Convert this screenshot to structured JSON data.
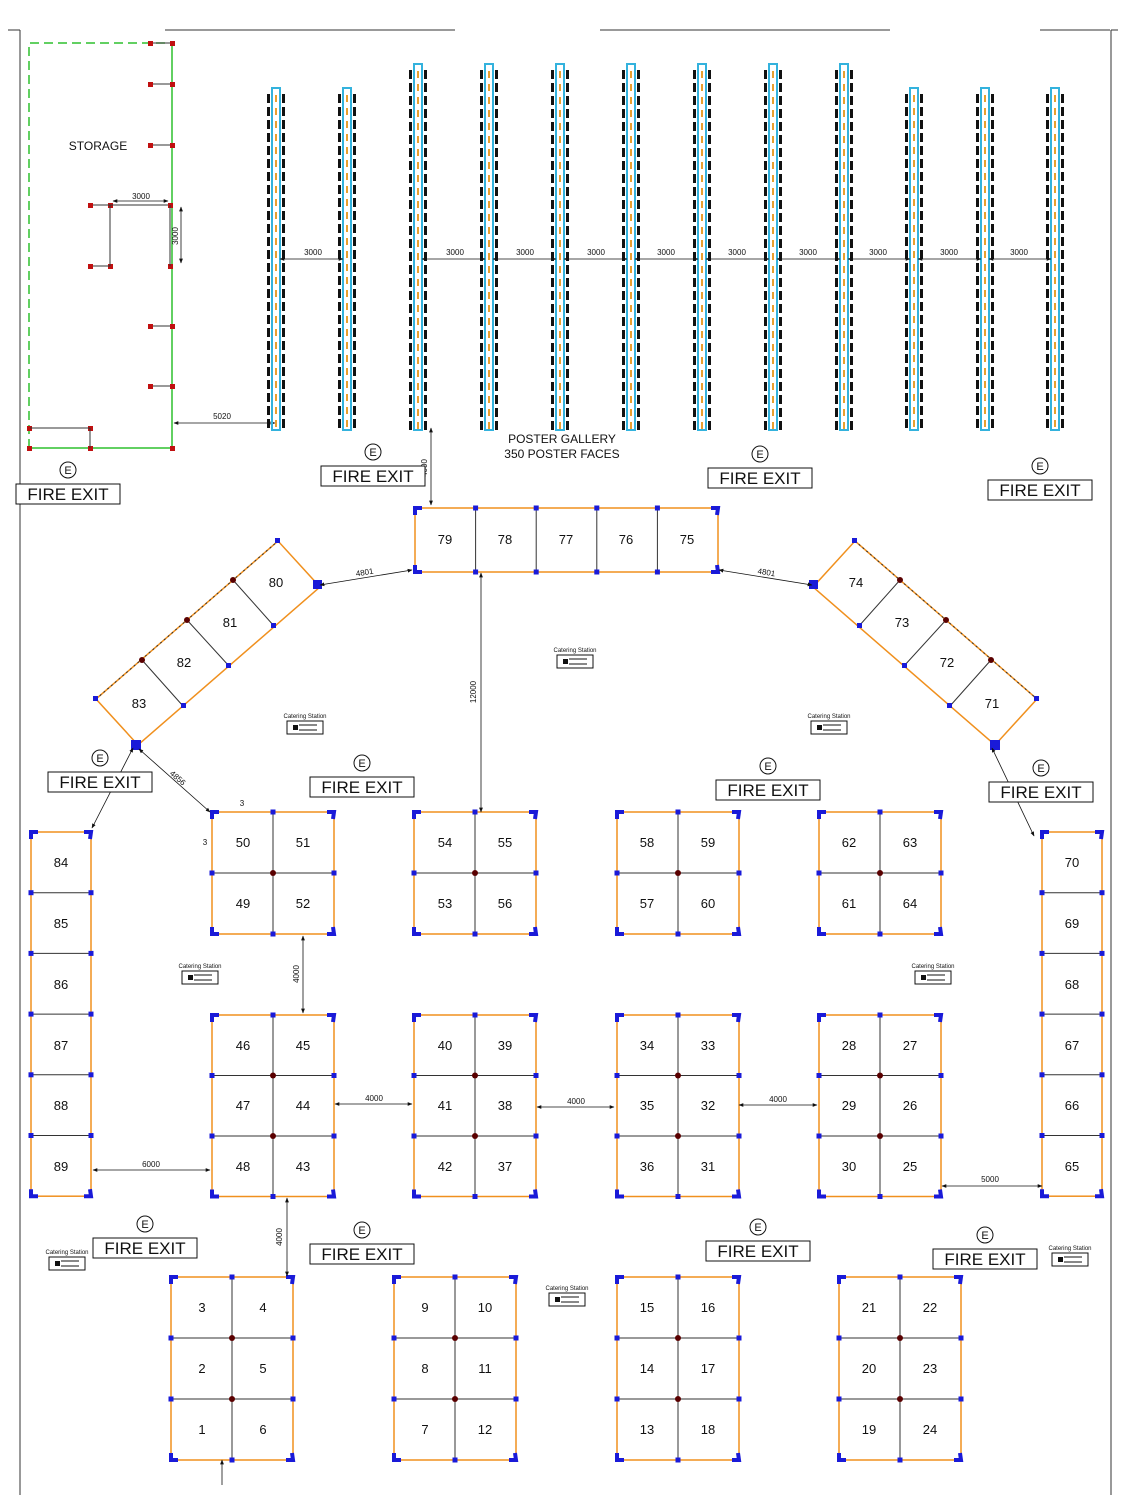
{
  "storage": {
    "label": "STORAGE"
  },
  "poster_gallery": {
    "title": "POSTER GALLERY",
    "subtitle": "350 POSTER FACES",
    "spacings": [
      "3000",
      "3000",
      "3000",
      "3000",
      "3000",
      "3000",
      "3000",
      "3000",
      "3000",
      "3000"
    ]
  },
  "dimensions": {
    "storage_w": "3000",
    "storage_h": "3000",
    "storage_to_gallery": "5020",
    "gallery_to_booths": "4000",
    "top_left_diag": "4801",
    "top_right_diag": "4801",
    "main_aisle": "12000",
    "left_diag_low": "4856",
    "mid_vert": "4000",
    "aisle_1": "4000",
    "aisle_2": "4000",
    "aisle_3": "4000",
    "left_bottom": "6000",
    "right_bottom": "5000",
    "bottom_vert": "4000",
    "booth_w": "3",
    "booth_h": "3"
  },
  "fire_exit": {
    "symbol": "E",
    "label": "FIRE EXIT"
  },
  "catering": {
    "label": "Catering Station"
  },
  "booths": {
    "top_row": [
      "79",
      "78",
      "77",
      "76",
      "75"
    ],
    "left_diag": [
      "80",
      "81",
      "82",
      "83"
    ],
    "right_diag": [
      "74",
      "73",
      "72",
      "71"
    ],
    "left_col": [
      "84",
      "85",
      "86",
      "87",
      "88",
      "89"
    ],
    "right_col": [
      "70",
      "69",
      "68",
      "67",
      "66",
      "65"
    ],
    "b50": "50",
    "b51": "51",
    "b49": "49",
    "b52": "52",
    "b54": "54",
    "b55": "55",
    "b53": "53",
    "b56": "56",
    "b58": "58",
    "b59": "59",
    "b57": "57",
    "b60": "60",
    "b62": "62",
    "b63": "63",
    "b61": "61",
    "b64": "64",
    "b46": "46",
    "b45": "45",
    "b47": "47",
    "b44": "44",
    "b48": "48",
    "b43": "43",
    "b40": "40",
    "b39": "39",
    "b41": "41",
    "b38": "38",
    "b42": "42",
    "b37": "37",
    "b34": "34",
    "b33": "33",
    "b35": "35",
    "b32": "32",
    "b36": "36",
    "b31": "31",
    "b28": "28",
    "b27": "27",
    "b29": "29",
    "b26": "26",
    "b30": "30",
    "b25": "25",
    "b3": "3",
    "b4": "4",
    "b2": "2",
    "b5": "5",
    "b1": "1",
    "b6": "6",
    "b9": "9",
    "b10": "10",
    "b8": "8",
    "b11": "11",
    "b7": "7",
    "b12": "12",
    "b15": "15",
    "b16": "16",
    "b14": "14",
    "b17": "17",
    "b13": "13",
    "b18": "18",
    "b21": "21",
    "b22": "22",
    "b20": "20",
    "b23": "23",
    "b19": "19",
    "b24": "24"
  },
  "colors": {
    "booth_outline": "#f0901e",
    "storage_outline": "#2ec02e",
    "poster_panel": "#33b2dd",
    "corner_marker": "#1a1ad8",
    "node": "#5a0000"
  }
}
